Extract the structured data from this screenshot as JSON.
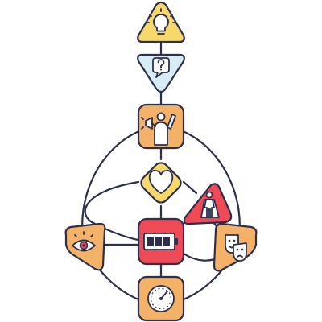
{
  "colors": {
    "stroke": "#2b2f4c",
    "yellow": "#f6d86b",
    "light_blue": "#d7ecf4",
    "orange": "#f4b269",
    "red": "#ef4b57",
    "white": "#ffffff"
  },
  "nodes": [
    {
      "id": "head",
      "shape": "triangle-up",
      "color": "yellow",
      "icon": "lightbulb-icon"
    },
    {
      "id": "ajna",
      "shape": "triangle-down",
      "color": "light_blue",
      "icon": "question-speech-bubble-icon"
    },
    {
      "id": "throat",
      "shape": "rounded-square",
      "color": "orange",
      "icon": "speaking-person-megaphone-icon"
    },
    {
      "id": "g-center",
      "shape": "rounded-diamond",
      "color": "yellow",
      "icon": "heart-icon"
    },
    {
      "id": "heart",
      "shape": "triangle",
      "color": "red",
      "icon": "hero-with-cape-icon"
    },
    {
      "id": "spleen",
      "shape": "triangle-left",
      "color": "orange",
      "icon": "eye-icon"
    },
    {
      "id": "sacral",
      "shape": "rounded-square",
      "color": "red",
      "icon": "battery-icon"
    },
    {
      "id": "solar-plexus",
      "shape": "triangle-right",
      "color": "orange",
      "icon": "theater-masks-icon"
    },
    {
      "id": "root",
      "shape": "rounded-square",
      "color": "orange",
      "icon": "gauge-icon"
    }
  ]
}
